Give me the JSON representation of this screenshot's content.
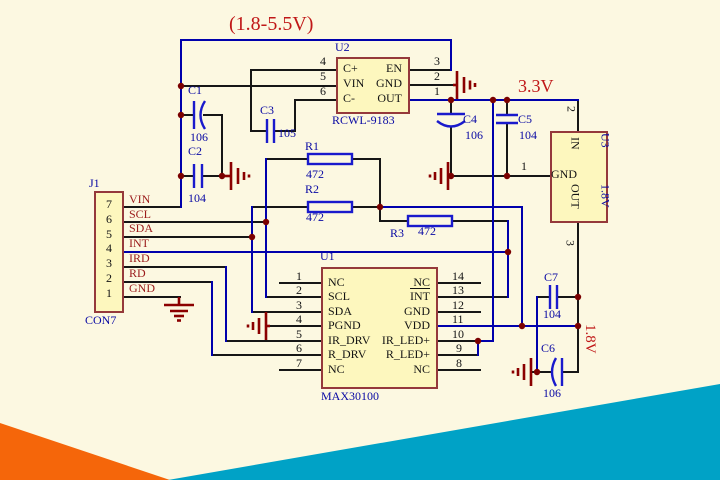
{
  "labels": {
    "supply_range": "(1.8-5.5V)",
    "rail_3v3": "3.3V",
    "rail_1v8": "1.8V"
  },
  "u2": {
    "refdes": "U2",
    "part": "RCWL-9183",
    "left_pins": [
      {
        "num": "4",
        "name": "C+"
      },
      {
        "num": "5",
        "name": "VIN"
      },
      {
        "num": "6",
        "name": "C-"
      }
    ],
    "right_pins": [
      {
        "num": "3",
        "name": "EN"
      },
      {
        "num": "2",
        "name": "GND"
      },
      {
        "num": "1",
        "name": "OUT"
      }
    ]
  },
  "u3": {
    "refdes": "U3",
    "part": "1.8V",
    "pin_in_num": "2",
    "pin_in_name": "IN",
    "pin_gnd_num": "1",
    "pin_gnd_name": "GND",
    "pin_out_num": "3",
    "pin_out_name": "OUT"
  },
  "u1": {
    "refdes": "U1",
    "part": "MAX30100",
    "left_pins": [
      {
        "num": "1",
        "name": "NC"
      },
      {
        "num": "2",
        "name": "SCL"
      },
      {
        "num": "3",
        "name": "SDA"
      },
      {
        "num": "4",
        "name": "PGND"
      },
      {
        "num": "5",
        "name": "IR_DRV"
      },
      {
        "num": "6",
        "name": "R_DRV"
      },
      {
        "num": "7",
        "name": "NC"
      }
    ],
    "right_pins": [
      {
        "num": "14",
        "name": "NC"
      },
      {
        "num": "13",
        "name": "INT"
      },
      {
        "num": "12",
        "name": "GND"
      },
      {
        "num": "11",
        "name": "VDD"
      },
      {
        "num": "10",
        "name": "IR_LED+"
      },
      {
        "num": "9",
        "name": "R_LED+"
      },
      {
        "num": "8",
        "name": "NC"
      }
    ]
  },
  "j1": {
    "refdes": "J1",
    "part": "CON7",
    "pins": [
      {
        "num": "7",
        "signal": "VIN"
      },
      {
        "num": "6",
        "signal": "SCL"
      },
      {
        "num": "5",
        "signal": "SDA"
      },
      {
        "num": "4",
        "signal": "INT"
      },
      {
        "num": "3",
        "signal": "IRD"
      },
      {
        "num": "2",
        "signal": "RD"
      },
      {
        "num": "1",
        "signal": "GND"
      }
    ]
  },
  "capacitors": [
    {
      "ref": "C1",
      "value": "106"
    },
    {
      "ref": "C2",
      "value": "104"
    },
    {
      "ref": "C3",
      "value": "105"
    },
    {
      "ref": "C4",
      "value": "106"
    },
    {
      "ref": "C5",
      "value": "104"
    },
    {
      "ref": "C6",
      "value": "106"
    },
    {
      "ref": "C7",
      "value": "104"
    }
  ],
  "resistors": [
    {
      "ref": "R1",
      "value": "472"
    },
    {
      "ref": "R2",
      "value": "472"
    },
    {
      "ref": "R3",
      "value": "472"
    }
  ],
  "colors": {
    "background": "#FCF8E1",
    "wire_black": "#161616",
    "wire_blue": "#0000AC",
    "element_blue": "#1A1ACC",
    "ground_red": "#8B0000",
    "junction_red": "#7A0000",
    "box_fill": "#FDF7BE",
    "box_border": "#95393B",
    "label_red": "#9B1B1B",
    "power_red": "#C01818",
    "text_blue": "#0A0AA4",
    "ribbon_orange": "#F5660A",
    "ribbon_teal": "#00A2C6"
  }
}
